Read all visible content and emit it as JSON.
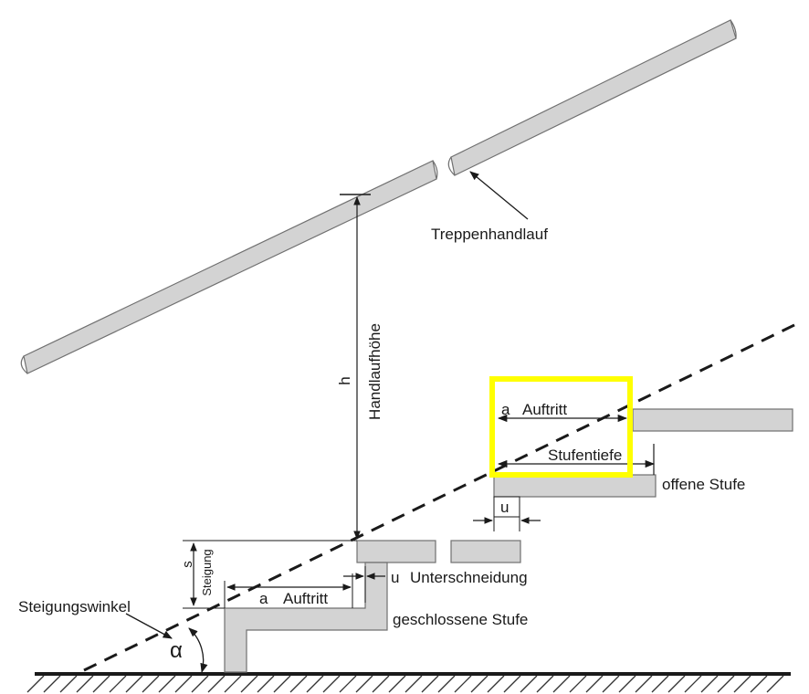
{
  "labels": {
    "handrail": "Treppenhandlauf",
    "h": "h",
    "handrail_height": "Handlaufhöhe",
    "a_top": "a",
    "tread_top": "Auftritt",
    "step_depth": "Stufentiefe",
    "open_step": "offene Stufe",
    "u_top": "u",
    "s": "s",
    "rise": "Steigung",
    "u_bottom": "u",
    "undercut": "Unterschneidung",
    "a_bottom": "a",
    "tread_bottom": "Auftritt",
    "closed_step": "geschlossene Stufe",
    "angle_label": "Steigungswinkel",
    "alpha": "α"
  },
  "colors": {
    "step_fill": "#d3d3d3",
    "step_stroke": "#707070",
    "line": "#1a1a1a",
    "highlight": "#ffff00",
    "ground_hatch": "#333333"
  }
}
